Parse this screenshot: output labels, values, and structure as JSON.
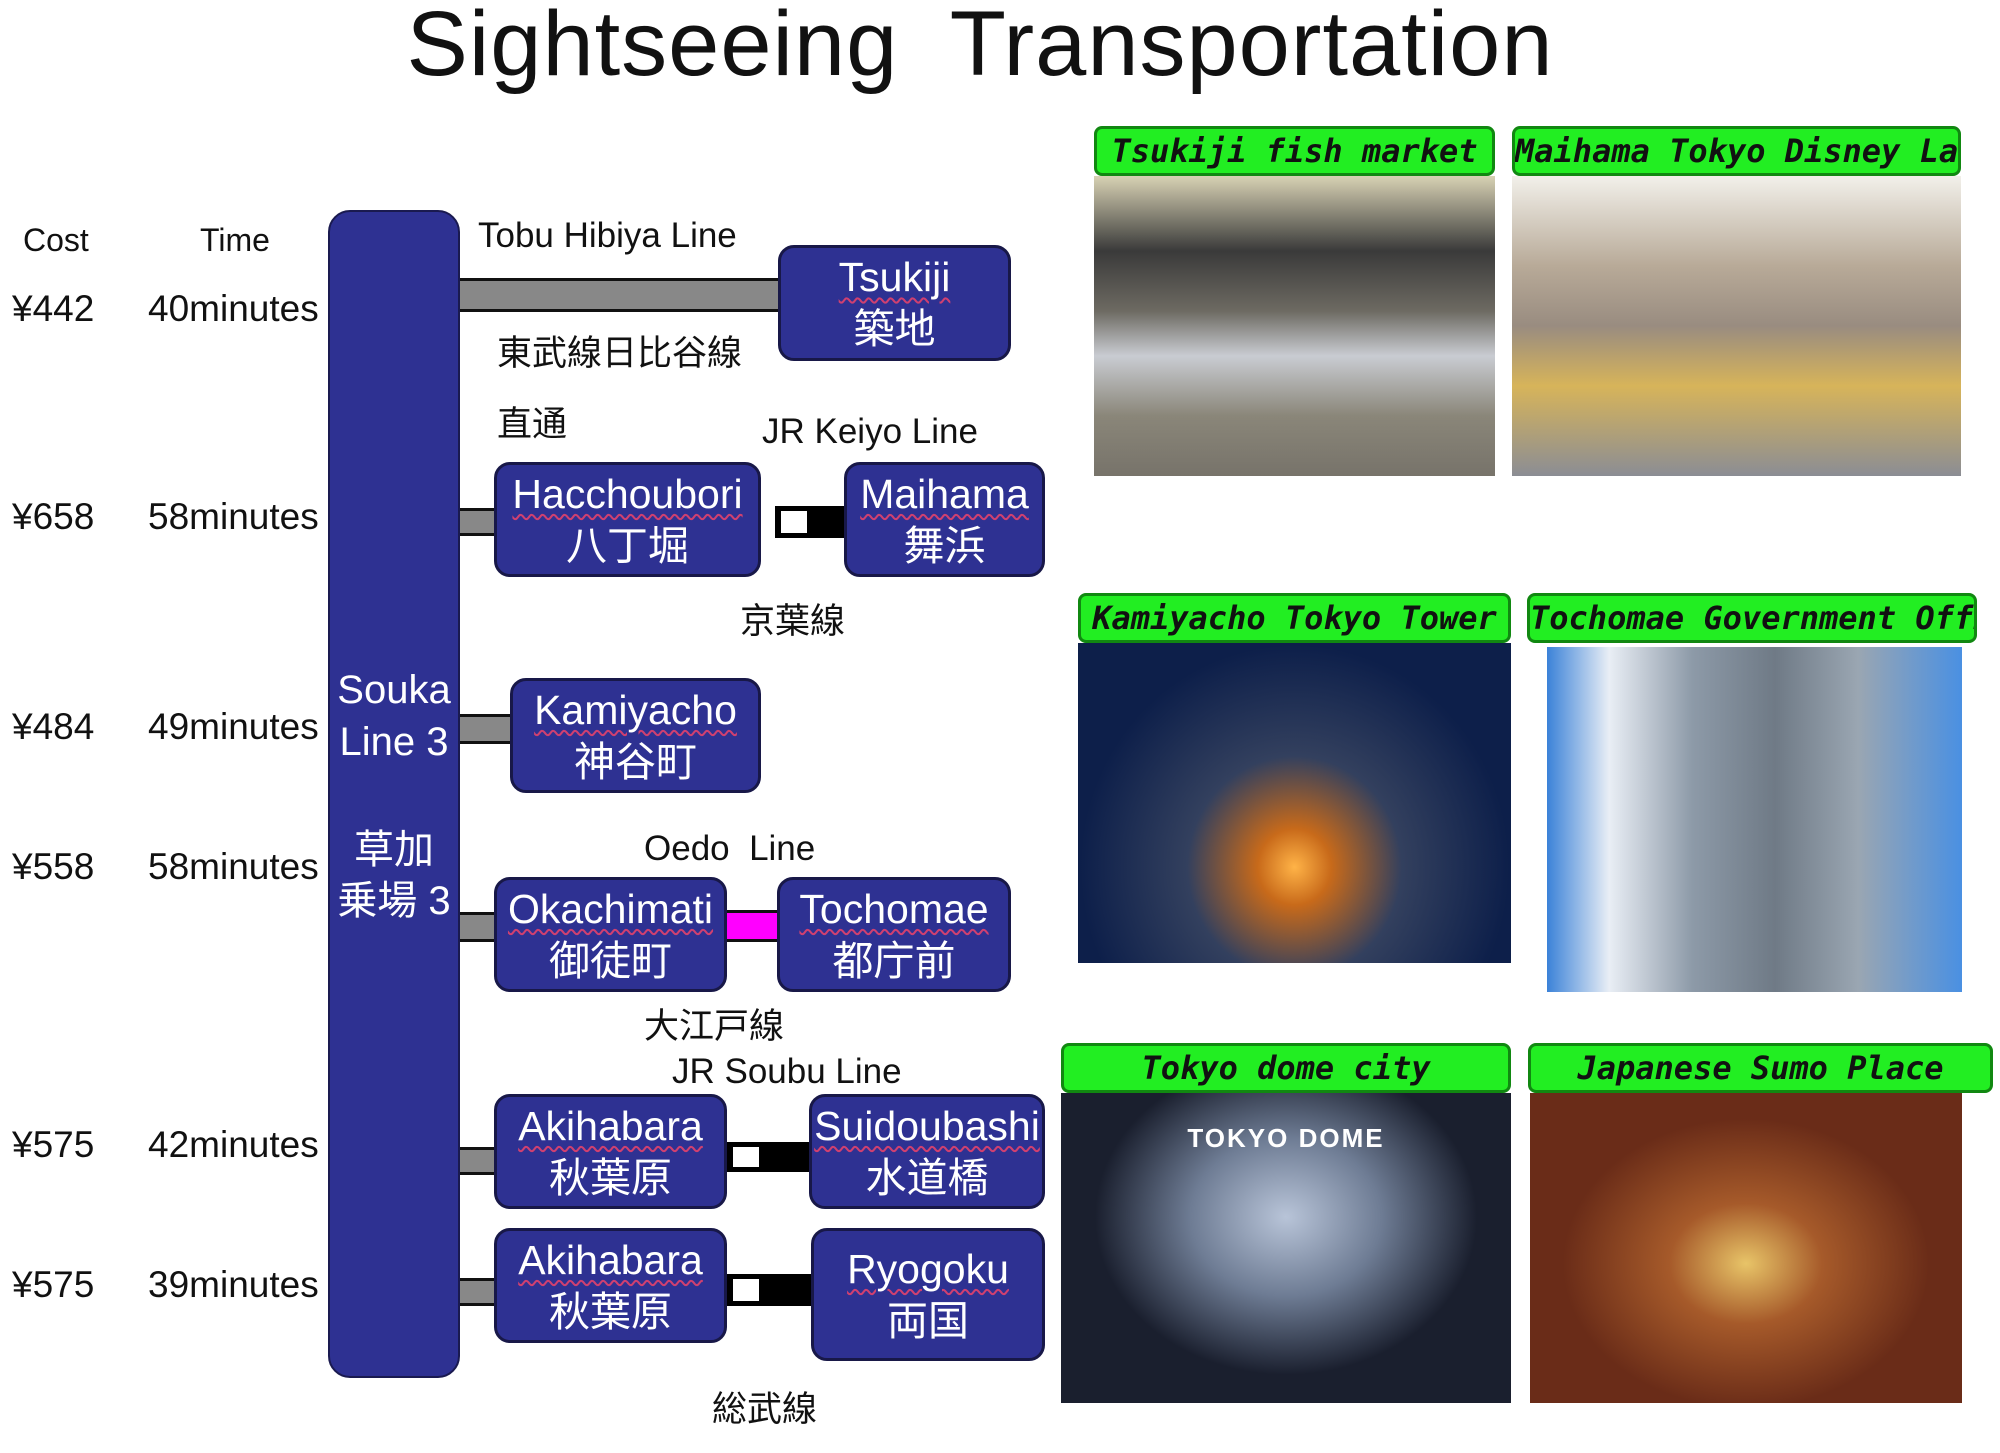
{
  "title": "Sightseeing  Transportation",
  "headers": {
    "cost": "Cost",
    "time": "Time"
  },
  "routes": [
    {
      "cost": "¥442",
      "time": "40minutes"
    },
    {
      "cost": "¥658",
      "time": "58minutes"
    },
    {
      "cost": "¥484",
      "time": "49minutes"
    },
    {
      "cost": "¥558",
      "time": "58minutes"
    },
    {
      "cost": "¥575",
      "time": "42minutes"
    },
    {
      "cost": "¥575",
      "time": "39minutes"
    }
  ],
  "origin": {
    "en_line1": "Souka",
    "en_line2": "Line 3",
    "ja_line1": "草加",
    "ja_line2": "乗場 3"
  },
  "stations": {
    "tsukiji": {
      "en": "Tsukiji",
      "ja": "築地"
    },
    "hacchoubori": {
      "en": "Hacchoubori",
      "ja": "八丁堀"
    },
    "maihama": {
      "en": "Maihama",
      "ja": "舞浜"
    },
    "kamiyacho": {
      "en": "Kamiyacho",
      "ja": "神谷町"
    },
    "okachimati": {
      "en": "Okachimati",
      "ja": "御徒町"
    },
    "tochomae": {
      "en": "Tochomae",
      "ja": "都庁前"
    },
    "akihabara1": {
      "en": "Akihabara",
      "ja": "秋葉原"
    },
    "suidoubashi": {
      "en": "Suidoubashi",
      "ja": "水道橋"
    },
    "akihabara2": {
      "en": "Akihabara",
      "ja": "秋葉原"
    },
    "ryogoku": {
      "en": "Ryogoku",
      "ja": "両国"
    }
  },
  "lines": {
    "tobu_en": "Tobu Hibiya Line",
    "tobu_ja": "東武線日比谷線",
    "direct": "直通",
    "keiyo_en": "JR Keiyo Line",
    "keiyo_ja": "京葉線",
    "oedo_en": "Oedo  Line",
    "oedo_ja": "大江戸線",
    "soubu_en": "JR Soubu Line",
    "soubu_ja": "総武線"
  },
  "sights": [
    {
      "label": "Tsukiji fish market"
    },
    {
      "label": "Maihama Tokyo Disney Land"
    },
    {
      "label": "Kamiyacho Tokyo Tower"
    },
    {
      "label": "Tochomae Government Office"
    },
    {
      "label": "Tokyo dome city",
      "photo_text": "TOKYO DOME"
    },
    {
      "label": "Japanese Sumo Place"
    }
  ],
  "colors": {
    "station": "#2e3192",
    "label_bg": "#22ee22",
    "oedo": "#ff00ff"
  }
}
